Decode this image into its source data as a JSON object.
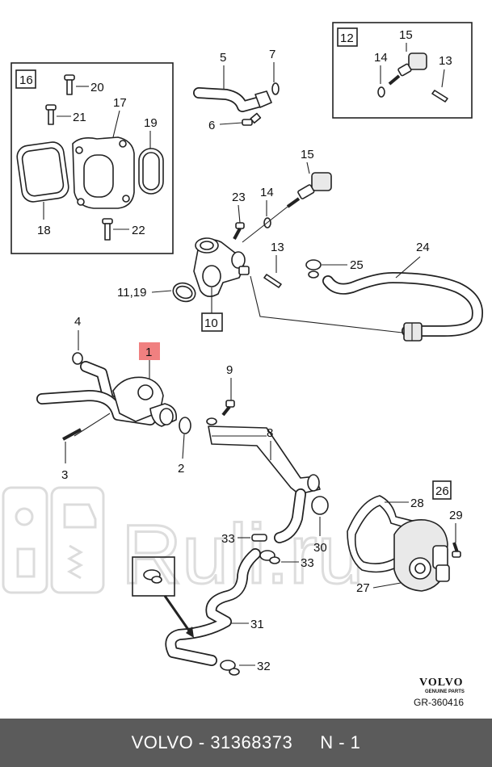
{
  "diagram": {
    "callouts": {
      "c1": "1",
      "c2": "2",
      "c3": "3",
      "c4": "4",
      "c5": "5",
      "c6": "6",
      "c7": "7",
      "c8": "8",
      "c9": "9",
      "c10": "10",
      "c1119": "11,19",
      "c12": "12",
      "c13": "13",
      "c13b": "13",
      "c14": "14",
      "c14b": "14",
      "c15": "15",
      "c15b": "15",
      "c16": "16",
      "c17": "17",
      "c18": "18",
      "c19": "19",
      "c20": "20",
      "c21": "21",
      "c22": "22",
      "c23": "23",
      "c24": "24",
      "c25": "25",
      "c26": "26",
      "c27": "27",
      "c28": "28",
      "c29": "29",
      "c30": "30",
      "c31": "31",
      "c32": "32",
      "c33a": "33",
      "c33b": "33"
    },
    "logo_text": "VOLVO",
    "logo_subtext": "GENUINE PARTS",
    "drawing_ref": "GR-360416",
    "watermark_text": "Ruli.ru",
    "highlight_color": "#f08080"
  },
  "footer": {
    "part_label": "VOLVO - 31368373",
    "position_label": "N - 1"
  }
}
